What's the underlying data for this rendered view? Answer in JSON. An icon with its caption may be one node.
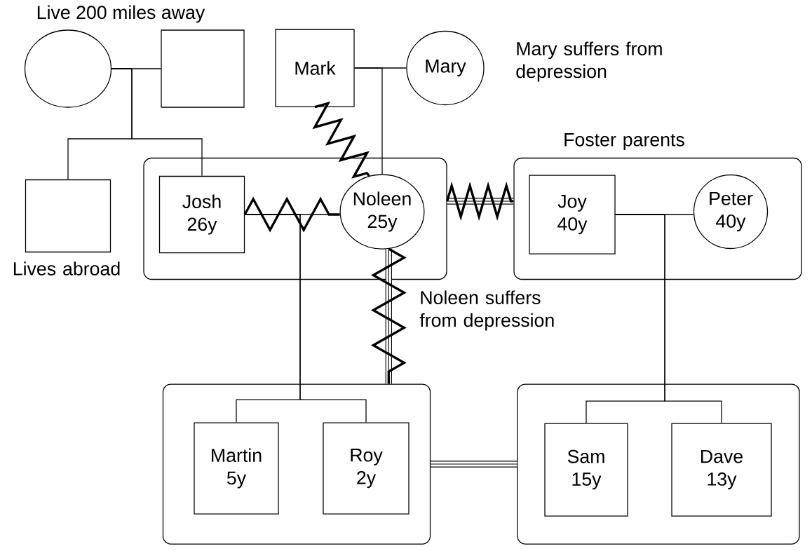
{
  "diagram": {
    "nodes": [
      {
        "text": [],
        "shape": "circle"
      },
      {
        "text": [],
        "shape": "box"
      },
      {
        "text": [
          "Mark"
        ]
      },
      {
        "text": [
          "Mary"
        ],
        "beside": [
          "Mary suffers from depression"
        ]
      },
      {
        "text": [],
        "shape": "box",
        "beside": [
          "Lives abroad"
        ]
      },
      {
        "text": [],
        "shape": "box"
      },
      {
        "text": [
          "Josh",
          "26y"
        ],
        "in": 5
      },
      {
        "text": [
          "Noleen",
          "25y"
        ],
        "in": 5,
        "beside": [
          "Noleen suffers from depression"
        ]
      },
      {
        "text": [],
        "shape": "box",
        "beside": [
          "Foster parents"
        ]
      },
      {
        "text": [
          "Joy",
          "40y"
        ],
        "in": 8
      },
      {
        "text": [
          "Peter",
          "40y"
        ],
        "in": 8
      },
      {
        "text": [],
        "shape": "box"
      },
      {
        "text": [
          "Martin",
          "5y"
        ],
        "in": 11
      },
      {
        "text": [
          "Roy",
          "2y"
        ],
        "in": 11
      },
      {
        "text": [],
        "shape": "box"
      },
      {
        "text": [
          "Sam",
          "15y"
        ],
        "in": 14
      },
      {
        "text": [
          "Dave",
          "13y"
        ],
        "in": 14
      }
    ],
    "edges": [
      {
        "from": 0,
        "to": 1,
        "arrow": "none"
      },
      {
        "from": 0,
        "to": 4,
        "arrow": "none"
      },
      {
        "from": 0,
        "to": 6,
        "arrow": "none"
      },
      {
        "from": 2,
        "to": 3,
        "arrow": "none"
      },
      {
        "from": 2,
        "to": 7,
        "arrow": "none"
      },
      {
        "from": 2,
        "to": 7,
        "arrow": "none",
        "style": "thick"
      },
      {
        "from": 6,
        "to": 7,
        "arrow": "none"
      },
      {
        "from": 6,
        "to": 7,
        "arrow": "none",
        "style": "thick"
      },
      {
        "from": 6,
        "to": 12,
        "arrow": "none"
      },
      {
        "from": 6,
        "to": 13,
        "arrow": "none"
      },
      {
        "from": 5,
        "to": 8,
        "arrow": "none",
        "style": "thick"
      },
      {
        "from": 7,
        "to": 11,
        "arrow": "none",
        "style": "thick"
      },
      {
        "from": 9,
        "to": 10,
        "arrow": "none"
      },
      {
        "from": 9,
        "to": 15,
        "arrow": "none"
      },
      {
        "from": 9,
        "to": 16,
        "arrow": "none"
      },
      {
        "from": 11,
        "to": 14,
        "arrow": "none",
        "style": "thick"
      }
    ],
    "labels": [
      "Live 200 miles away"
    ]
  }
}
